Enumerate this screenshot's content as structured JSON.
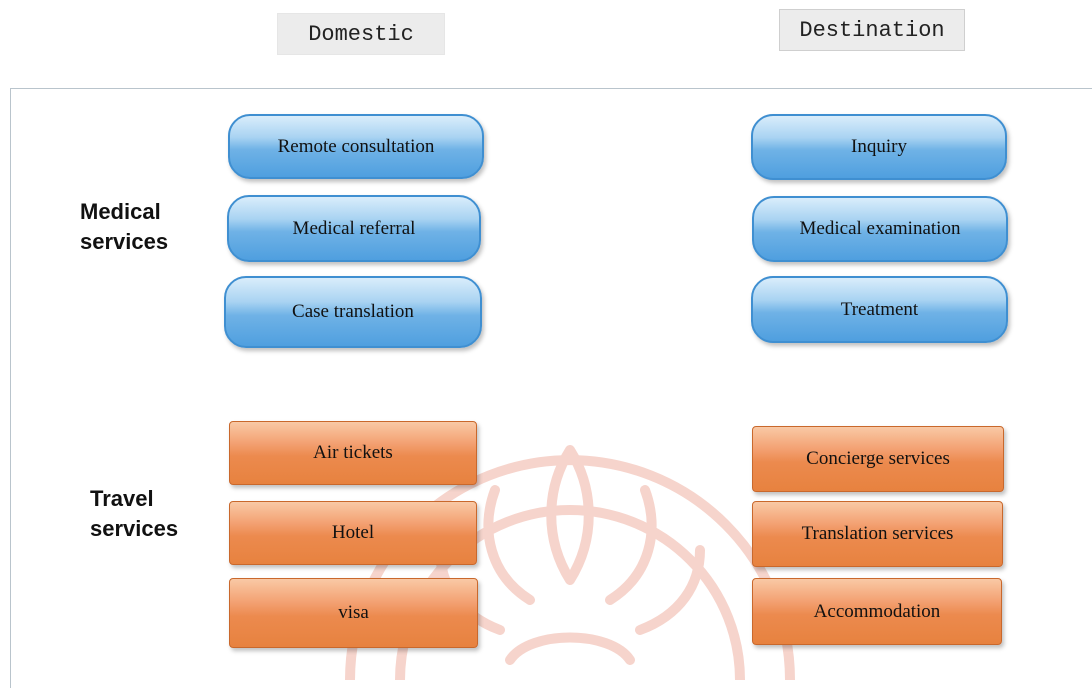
{
  "headers": {
    "domestic": "Domestic",
    "destination": "Destination"
  },
  "categories": {
    "medical": "Medical\nservices",
    "travel": "Travel\nservices"
  },
  "medical": {
    "domestic": [
      "Remote consultation",
      "Medical referral",
      "Case translation"
    ],
    "destination": [
      "Inquiry",
      "Medical examination",
      "Treatment"
    ]
  },
  "travel": {
    "domestic": [
      "Air tickets",
      "Hotel",
      "visa"
    ],
    "destination": [
      "Concierge services",
      "Translation services",
      "Accommodation"
    ]
  },
  "colors": {
    "medical_fill": "#5aa6e2",
    "medical_border": "#3f8fd1",
    "travel_fill": "#ec8a4e",
    "travel_border": "#c9682c",
    "watermark": "#f6d4cc"
  }
}
